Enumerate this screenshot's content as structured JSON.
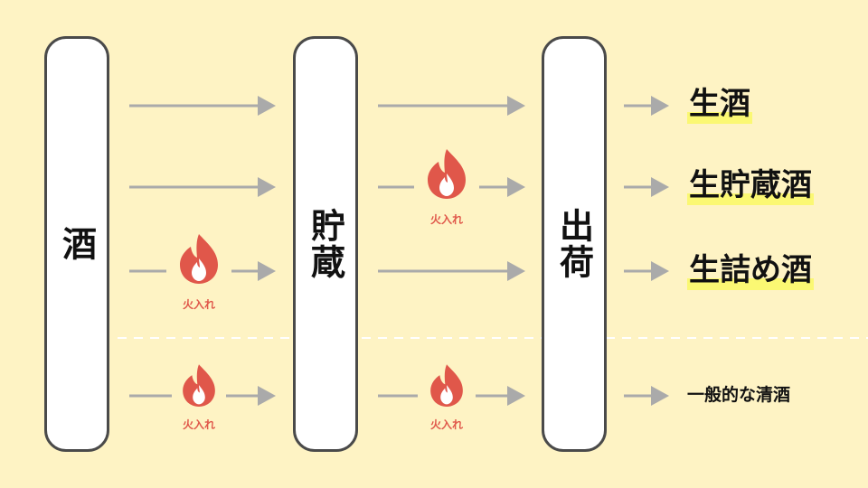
{
  "stages": [
    "酒",
    "貯蔵",
    "出荷"
  ],
  "process_label": "火入れ",
  "results": {
    "namazake": "生酒",
    "nama_chozoshu": "生貯蔵酒",
    "nama_tsumeshu": "生詰め酒",
    "ippan_seishu": "一般的な清酒"
  },
  "colors": {
    "background": "#fef3c4",
    "arrow": "#aaaaaa",
    "fire": "#e0574a",
    "highlight": "#fbf873",
    "pill_border": "#4a4a4a"
  },
  "icons": {
    "fire": "fire-icon"
  }
}
